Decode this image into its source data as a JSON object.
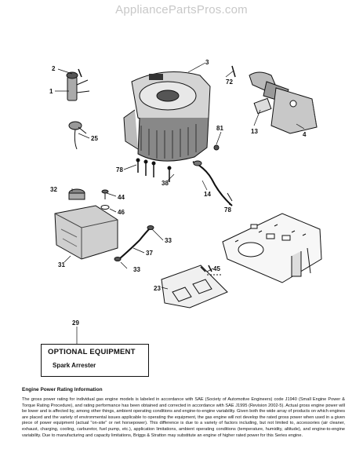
{
  "watermark": "AppliancePartsPros.com",
  "callouts": {
    "c2": "2",
    "c1": "1",
    "c3": "3",
    "c72": "72",
    "c25": "25",
    "c13": "13",
    "c4": "4",
    "c81": "81",
    "c78a": "78",
    "c38": "38",
    "c14": "14",
    "c78b": "78",
    "c32": "32",
    "c44": "44",
    "c46": "46",
    "c33a": "33",
    "c37": "37",
    "c31": "31",
    "c33b": "33",
    "c45": "45",
    "c23": "23",
    "c29": "29"
  },
  "optional_equipment": {
    "title": "OPTIONAL EQUIPMENT",
    "item": "Spark Arrester"
  },
  "rating": {
    "title": "Engine Power Rating Information",
    "text": "The gross power rating for individual gas engine models is labeled in accordance with SAE (Society of Automotive Engineers) code J1940 (Small Engine Power & Torque Rating Procedure), and rating performance has been obtained and corrected in accordance with SAE J1995 (Revision 2002-5). Actual gross engine power will be lower and is affected by, among other things, ambient operating conditions and engine-to-engine variability. Given both the wide array of products on which engines are placed and the variety of environmental issues applicable to operating the equipment, the gas engine will not develop the rated gross power when used in a given piece of power equipment (actual \"on-site\" or net horsepower). This difference is due to a variety of factors including, but not limited to, accessories (air cleaner, exhaust, charging, cooling, carburetor, fuel pump, etc.), application limitations, ambient operating conditions (temperature, humidity, altitude), and engine-to-engine variability. Due to manufacturing and capacity limitations, Briggs & Stratton may substitute an engine of higher rated power for this Series engine."
  }
}
